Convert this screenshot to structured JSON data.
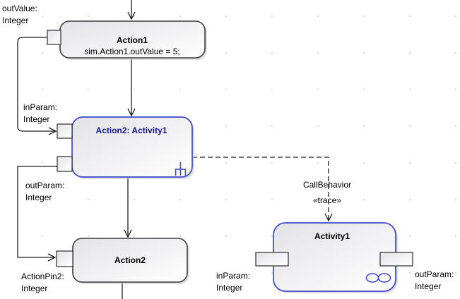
{
  "nodes": {
    "action1": {
      "title": "Action1",
      "body": "sim.Action1.outValue = 5;"
    },
    "action2_activity1": {
      "title": "Action2: Activity1"
    },
    "action2": {
      "title": "Action2"
    },
    "activity1": {
      "title": "Activity1"
    }
  },
  "pin_labels": {
    "out_value": {
      "line1": "outValue:",
      "line2": "Integer"
    },
    "in_param": {
      "line1": "inParam:",
      "line2": "Integer"
    },
    "out_param": {
      "line1": "outParam:",
      "line2": "Integer"
    },
    "action_pin2": {
      "line1": "ActionPin2:",
      "line2": "Integer"
    },
    "activity_in_param": {
      "line1": "inParam:",
      "line2": "Integer"
    },
    "activity_out_param": {
      "line1": "outParam:",
      "line2": "Integer"
    }
  },
  "connector_labels": {
    "call_behavior": "CallBehavior",
    "trace_stereotype": "«trace»"
  },
  "icons": {
    "rake": "call-behavior-rake-icon",
    "linked_circles": "activity-parameter-icon"
  },
  "colors": {
    "action_border": "#3b3b3b",
    "activity_border": "#3c46c8",
    "activity_title_text": "#14148c",
    "connector": "#1c1c1c",
    "node_fill_top": "#e3e3e7",
    "node_fill_bottom": "#ffffff",
    "shadow": "#c9c9c9",
    "grid_dot": "#cccccc"
  }
}
